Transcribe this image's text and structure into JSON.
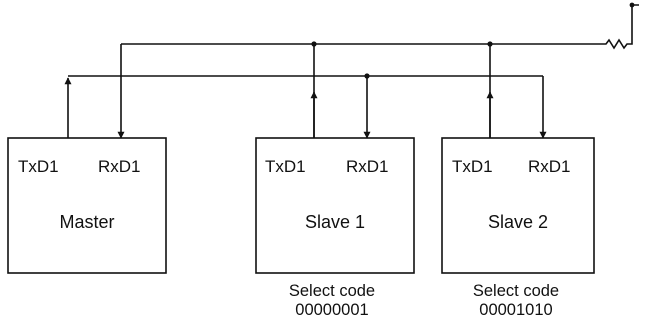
{
  "devices": [
    {
      "name": "Master",
      "txd": "TxD1",
      "rxd": "RxD1"
    },
    {
      "name": "Slave 1",
      "txd": "TxD1",
      "rxd": "RxD1",
      "select_label": "Select code",
      "select_value": "00000001"
    },
    {
      "name": "Slave 2",
      "txd": "TxD1",
      "rxd": "RxD1",
      "select_label": "Select code",
      "select_value": "00001010"
    }
  ]
}
